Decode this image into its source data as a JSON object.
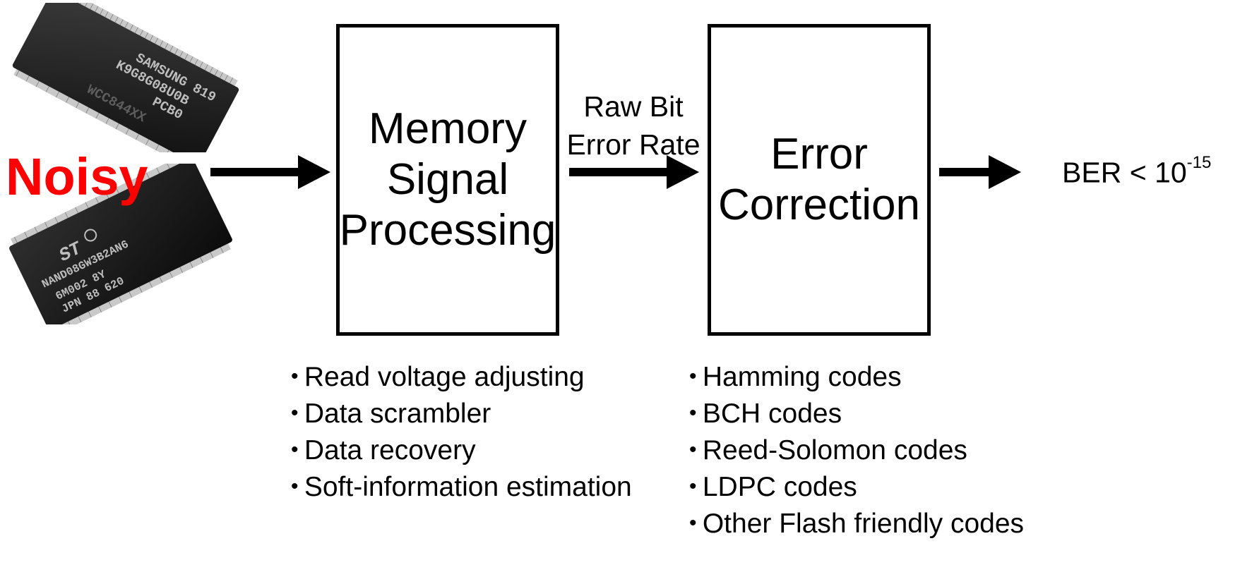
{
  "input": {
    "label": "Noisy",
    "label_color": "#ff0000",
    "chip_top": {
      "lines": [
        "SAMSUNG 819",
        "K9G8G08U0B",
        "PCB0",
        "WCC844XX"
      ]
    },
    "chip_bottom": {
      "lines": [
        "NAND08GW3B2AN6",
        "6M002 8Y",
        "JPN 88 620"
      ],
      "logo": "ST"
    }
  },
  "blocks": {
    "msp": {
      "title_lines": [
        "Memory",
        "Signal",
        "Processing"
      ],
      "items": [
        "Read voltage adjusting",
        "Data scrambler",
        "Data recovery",
        "Soft-information estimation"
      ]
    },
    "ecc": {
      "title_lines": [
        "Error",
        "Correction"
      ],
      "items": [
        "Hamming codes",
        "BCH codes",
        "Reed-Solomon codes",
        "LDPC codes",
        "Other Flash friendly codes"
      ]
    }
  },
  "edges": {
    "middle_label_lines": [
      "Raw Bit",
      "Error Rate"
    ],
    "output_label": "BER < 10",
    "output_exponent": "-15"
  }
}
